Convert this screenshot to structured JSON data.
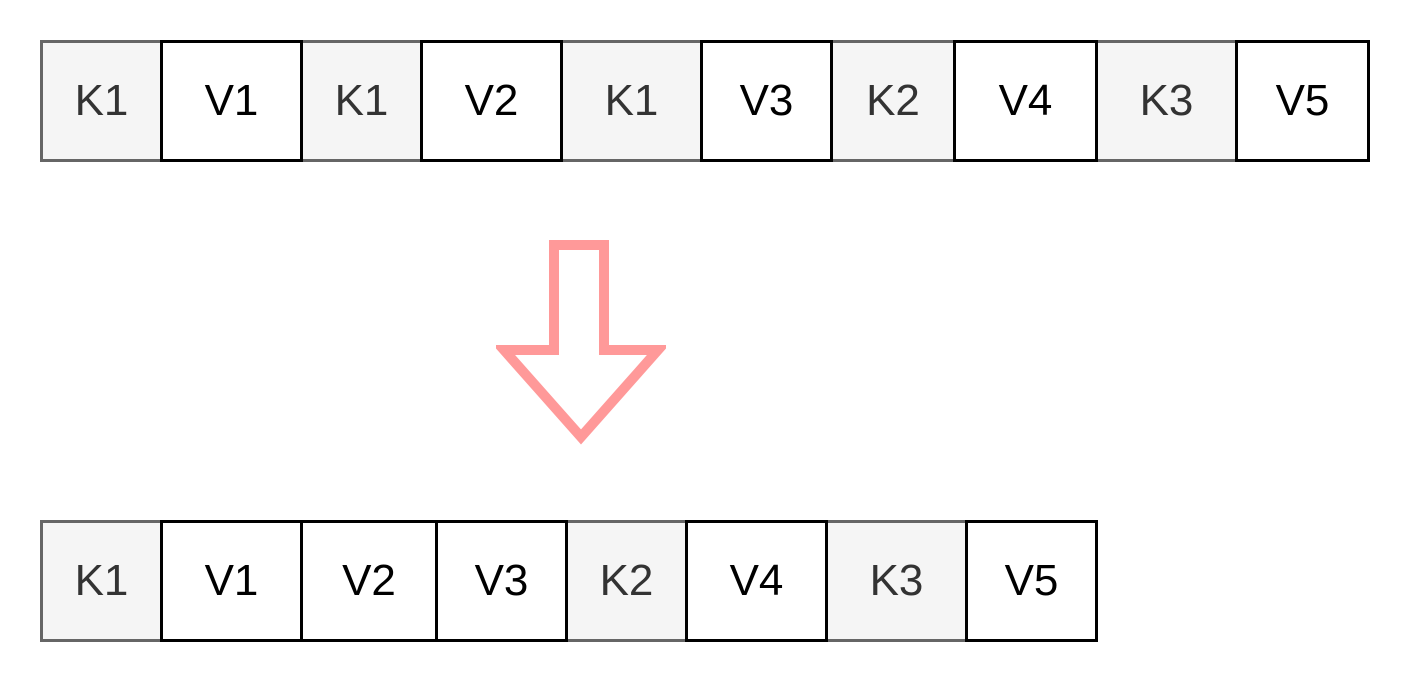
{
  "colors": {
    "key_fill": "#f5f5f5",
    "key_border": "#666666",
    "value_border": "#000000",
    "arrow": "#ff9999"
  },
  "icons": {
    "arrow": "down-arrow-icon"
  },
  "top_row": [
    {
      "label": "K1",
      "kind": "key"
    },
    {
      "label": "V1",
      "kind": "value"
    },
    {
      "label": "K1",
      "kind": "key"
    },
    {
      "label": "V2",
      "kind": "value"
    },
    {
      "label": "K1",
      "kind": "key"
    },
    {
      "label": "V3",
      "kind": "value"
    },
    {
      "label": "K2",
      "kind": "key"
    },
    {
      "label": "V4",
      "kind": "value"
    },
    {
      "label": "K3",
      "kind": "key"
    },
    {
      "label": "V5",
      "kind": "value"
    }
  ],
  "bottom_row": [
    {
      "label": "K1",
      "kind": "key"
    },
    {
      "label": "V1",
      "kind": "value"
    },
    {
      "label": "V2",
      "kind": "value"
    },
    {
      "label": "V3",
      "kind": "value"
    },
    {
      "label": "K2",
      "kind": "key"
    },
    {
      "label": "V4",
      "kind": "value"
    },
    {
      "label": "K3",
      "kind": "key"
    },
    {
      "label": "V5",
      "kind": "value"
    }
  ]
}
